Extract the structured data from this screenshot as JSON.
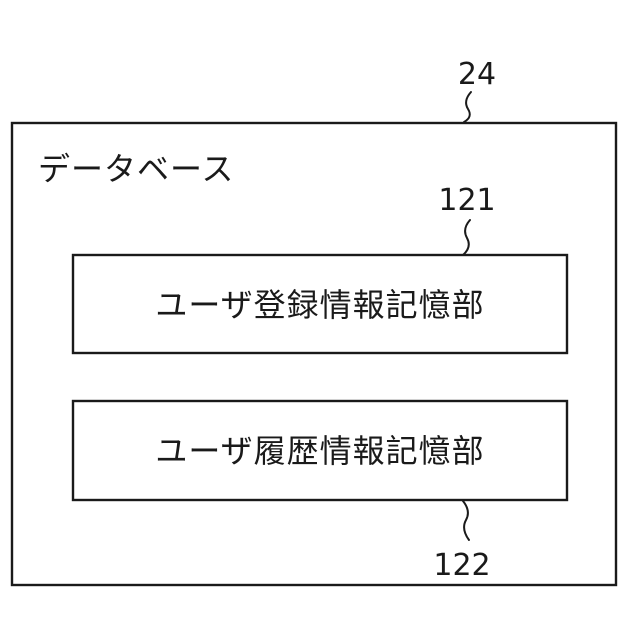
{
  "database": {
    "ref": "24",
    "title": "データベース"
  },
  "units": [
    {
      "ref": "121",
      "label": "ユーザ登録情報記憶部"
    },
    {
      "ref": "122",
      "label": "ユーザ履歴情報記憶部"
    }
  ]
}
